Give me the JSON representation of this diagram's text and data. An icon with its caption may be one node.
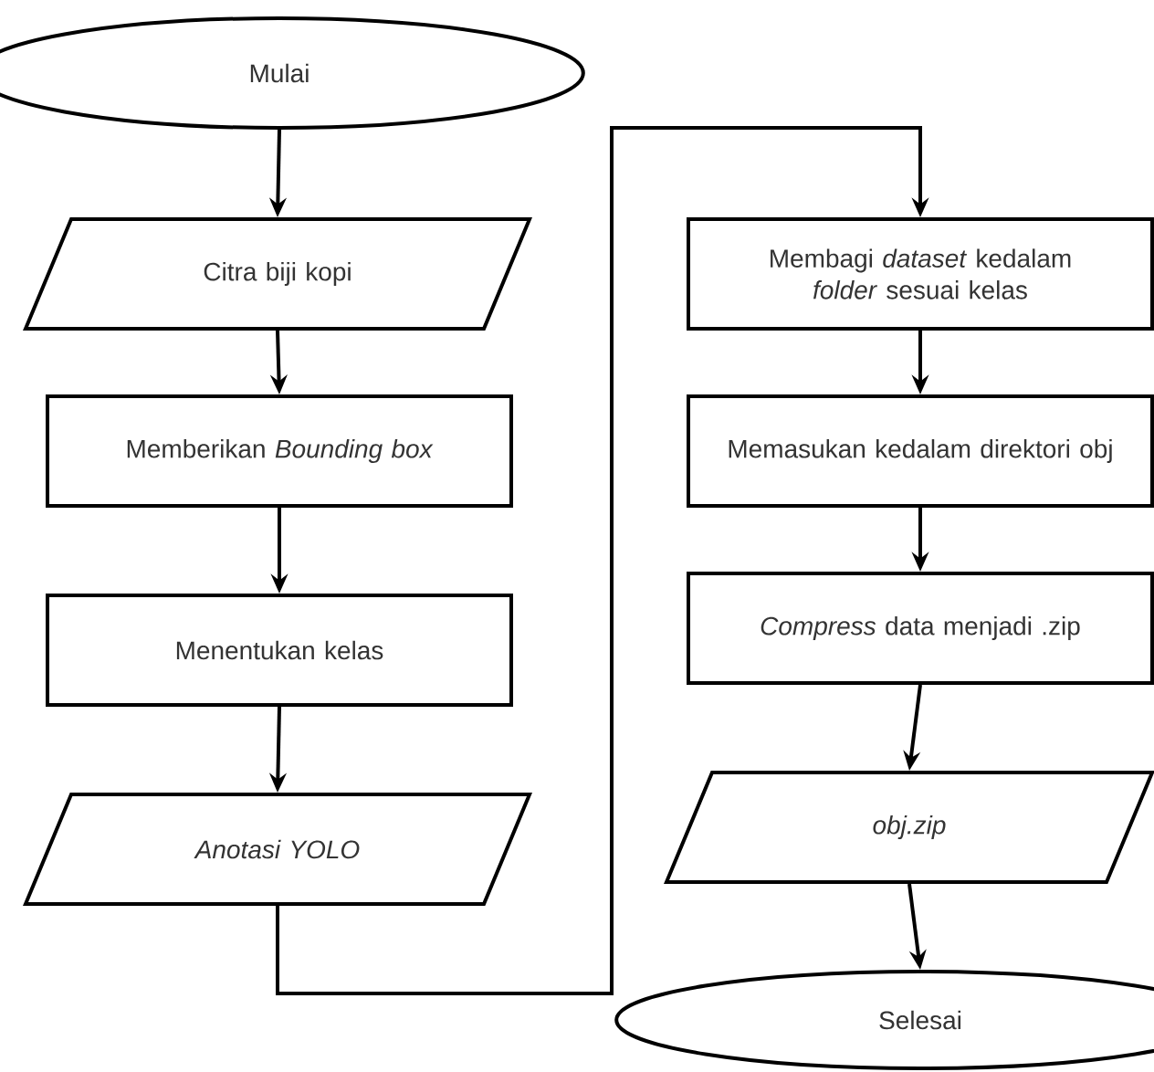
{
  "diagram": {
    "nodes": [
      {
        "text": [
          "Mulai"
        ]
      },
      {
        "text": [
          "Citra biji kopi"
        ]
      },
      {
        "text": [
          "Memberikan *Bounding box*"
        ]
      },
      {
        "text": [
          "Menentukan kelas"
        ]
      },
      {
        "text": [
          "*Anotasi YOLO*"
        ]
      },
      {
        "text": [
          "Membagi *dataset* kedalam *folder* sesuai kelas"
        ]
      },
      {
        "text": [
          "Memasukan kedalam direktori obj"
        ]
      },
      {
        "text": [
          "*Compress* data menjadi .zip"
        ]
      },
      {
        "text": [
          "*obj.zip*"
        ]
      },
      {
        "text": [
          "Selesai"
        ]
      }
    ],
    "edges": [
      {
        "from": 0,
        "to": 1,
        "arrow": "to"
      },
      {
        "from": 1,
        "to": 2,
        "arrow": "to"
      },
      {
        "from": 2,
        "to": 3,
        "arrow": "to"
      },
      {
        "from": 3,
        "to": 4,
        "arrow": "to"
      },
      {
        "from": 4,
        "to": 5,
        "arrow": "to"
      },
      {
        "from": 5,
        "to": 6,
        "arrow": "to"
      },
      {
        "from": 6,
        "to": 7,
        "arrow": "to"
      },
      {
        "from": 7,
        "to": 8,
        "arrow": "to"
      },
      {
        "from": 8,
        "to": 9,
        "arrow": "to"
      }
    ]
  }
}
